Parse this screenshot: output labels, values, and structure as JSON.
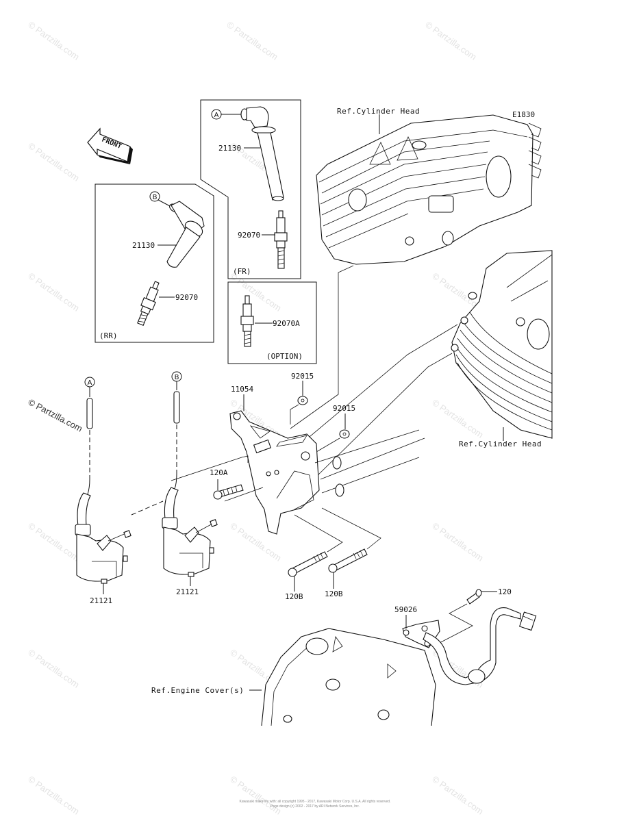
{
  "diagram": {
    "code": "E1830",
    "front_arrow": "FRONT",
    "groups": {
      "fr": "(FR)",
      "rr": "(RR)",
      "option": "(OPTION)"
    },
    "references": {
      "cylinder_head_top": "Ref.Cylinder Head",
      "cylinder_head_right": "Ref.Cylinder Head",
      "engine_cover": "Ref.Engine Cover(s)"
    },
    "connectors": {
      "a": "A",
      "b": "B"
    },
    "callouts": {
      "fr_cap": "21130",
      "fr_plug": "92070",
      "rr_cap": "21130",
      "rr_plug": "92070",
      "option_plug": "92070A",
      "bracket": "11054",
      "nut_upper": "92015",
      "nut_lower": "92015",
      "bolt_120a": "120A",
      "coil_left": "21121",
      "coil_right": "21121",
      "bolt_120b_left": "120B",
      "bolt_120b_right": "120B",
      "sensor": "59026",
      "bolt_120": "120"
    },
    "watermark": "© Partzilla.com",
    "footer_line1": "Kawasaki make life with: all copyright 1995 - 2017, Kawasaki Motor Corp. U.S.A. All rights reserved.",
    "footer_line2": "Page design (c) 2002 - 2017 by ARI Network Services, Inc."
  }
}
